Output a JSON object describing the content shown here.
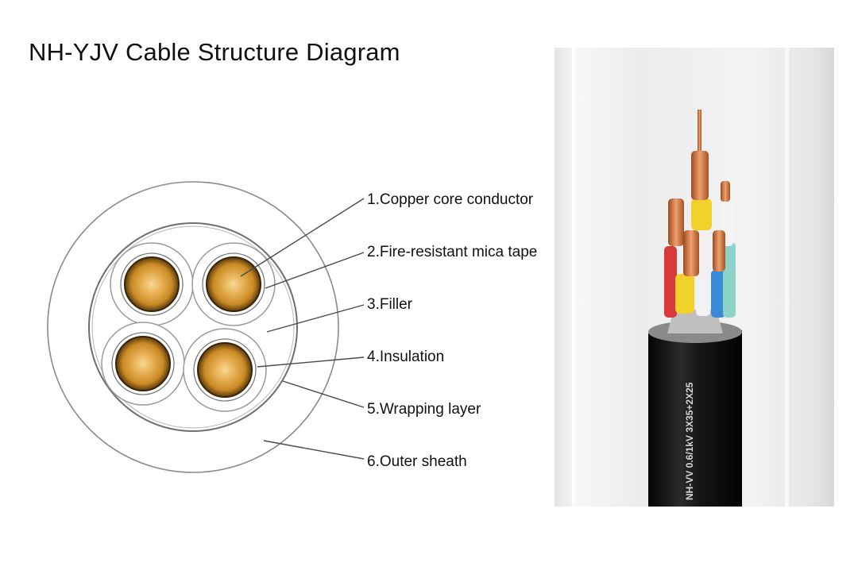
{
  "title": "NH-YJV Cable Structure Diagram",
  "layers": [
    {
      "label": "1.Copper core conductor",
      "name": "copper-core-conductor"
    },
    {
      "label": "2.Fire-resistant mica tape",
      "name": "fire-resistant-mica-tape"
    },
    {
      "label": "3.Filler",
      "name": "filler"
    },
    {
      "label": "4.Insulation",
      "name": "insulation"
    },
    {
      "label": "5.Wrapping layer",
      "name": "wrapping-layer"
    },
    {
      "label": "6.Outer sheath",
      "name": "outer-sheath"
    }
  ],
  "photo": {
    "cable_marking": "NH-VV 0.6/1kV 3X35+2X25",
    "core_colors": [
      "#f1d12a",
      "#d83a3a",
      "#3a8ad8",
      "#8ed3c9",
      "#f2f2f2"
    ]
  },
  "colors": {
    "copper": "#e8a23a",
    "sheath": "#141414",
    "line": "#4a4a4a"
  }
}
